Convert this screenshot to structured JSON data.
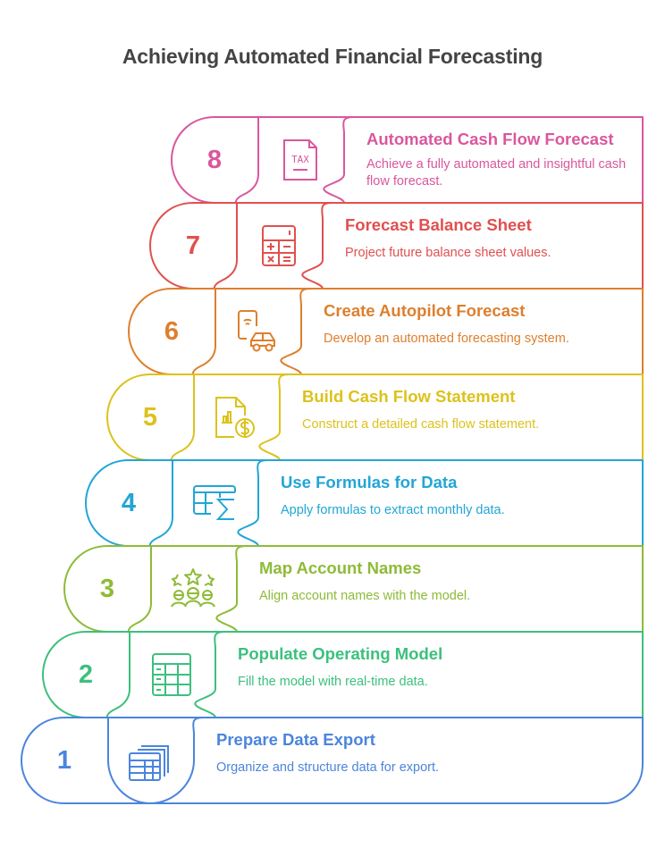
{
  "title": "Achieving Automated Financial Forecasting",
  "steps": [
    {
      "number": "8",
      "title": "Automated Cash Flow Forecast",
      "description": "Achieve a fully automated and insightful cash flow forecast.",
      "icon": "tax-document-icon",
      "color": "#d9579e"
    },
    {
      "number": "7",
      "title": "Forecast Balance Sheet",
      "description": "Project future balance sheet values.",
      "icon": "calculator-icon",
      "color": "#e0504f"
    },
    {
      "number": "6",
      "title": "Create Autopilot Forecast",
      "description": "Develop an automated forecasting system.",
      "icon": "autopilot-car-phone-icon",
      "color": "#dd7f2e"
    },
    {
      "number": "5",
      "title": "Build Cash Flow Statement",
      "description": "Construct a detailed cash flow statement.",
      "icon": "cash-flow-document-icon",
      "color": "#dcc21c"
    },
    {
      "number": "4",
      "title": "Use Formulas for Data",
      "description": "Apply formulas to extract monthly data.",
      "icon": "spreadsheet-sigma-icon",
      "color": "#22a6d5"
    },
    {
      "number": "3",
      "title": "Map Account Names",
      "description": "Align account names with the model.",
      "icon": "people-stars-icon",
      "color": "#8ebb37"
    },
    {
      "number": "2",
      "title": "Populate Operating Model",
      "description": "Fill the model with real-time data.",
      "icon": "table-grid-icon",
      "color": "#3cc07d"
    },
    {
      "number": "1",
      "title": "Prepare Data Export",
      "description": "Organize and structure data for export.",
      "icon": "stacked-tables-icon",
      "color": "#4b85dc"
    }
  ]
}
